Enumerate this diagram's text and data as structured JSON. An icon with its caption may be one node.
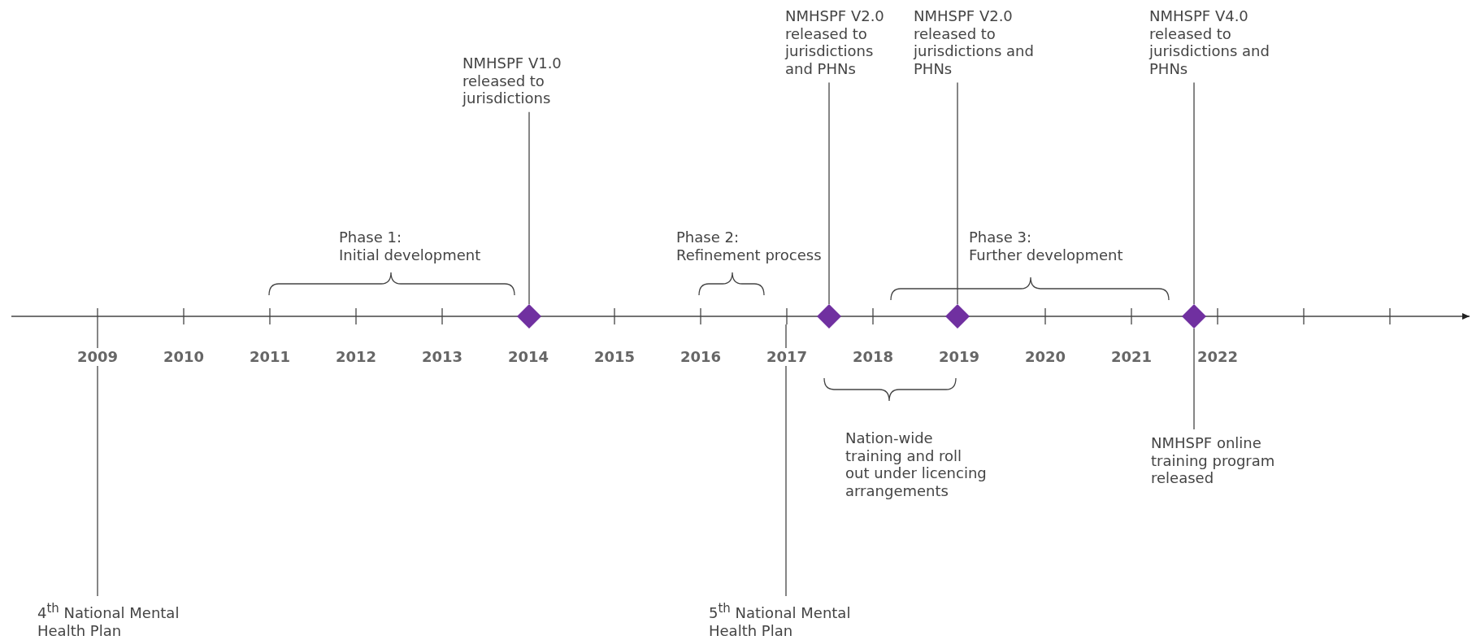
{
  "diagram": {
    "nodes": [
      {
        "text": [
          "NMHSPF V1.0 released to jurisdictions"
        ]
      },
      {
        "text": [],
        "shape": "diamond"
      },
      {
        "text": [
          "NMHSPF V2.0 released to jurisdictions and PHNs"
        ]
      },
      {
        "text": [],
        "shape": "diamond"
      },
      {
        "text": [
          "NMHSPF V2.0 released to jurisdictions and PHNs"
        ]
      },
      {
        "text": [],
        "shape": "diamond"
      },
      {
        "text": [
          "NMHSPF V4.0 released to jurisdictions and PHNs"
        ]
      },
      {
        "text": [],
        "shape": "diamond"
      },
      {
        "text": [
          "NMHSPF online training program released"
        ]
      },
      {
        "text": [
          "4$^{th}$ National Mental Health Plan"
        ]
      },
      {
        "text": [
          "5$^{th}$ National Mental Health Plan"
        ]
      }
    ],
    "edges": [
      {
        "from": 0,
        "to": 1,
        "arrow": "none"
      },
      {
        "from": 2,
        "to": 3,
        "arrow": "none"
      },
      {
        "from": 4,
        "to": 5,
        "arrow": "none"
      },
      {
        "from": 6,
        "to": 7,
        "arrow": "none"
      },
      {
        "from": 8,
        "to": 7,
        "arrow": "none"
      },
      {
        "from": 9,
        "to": null,
        "arrow": "none"
      },
      {
        "from": 10,
        "to": null,
        "arrow": "none"
      }
    ],
    "labels": [
      "Phase 1: Initial development",
      "Phase 2: Refinement process",
      "Phase 3: Further development",
      "2009",
      "2010",
      "2011",
      "2012",
      "2013",
      "2014",
      "2015",
      "2016",
      "2017",
      "2018",
      "2019",
      "2020",
      "2021",
      "2022",
      "Nation-wide training and roll out under licencing arrangements"
    ]
  }
}
